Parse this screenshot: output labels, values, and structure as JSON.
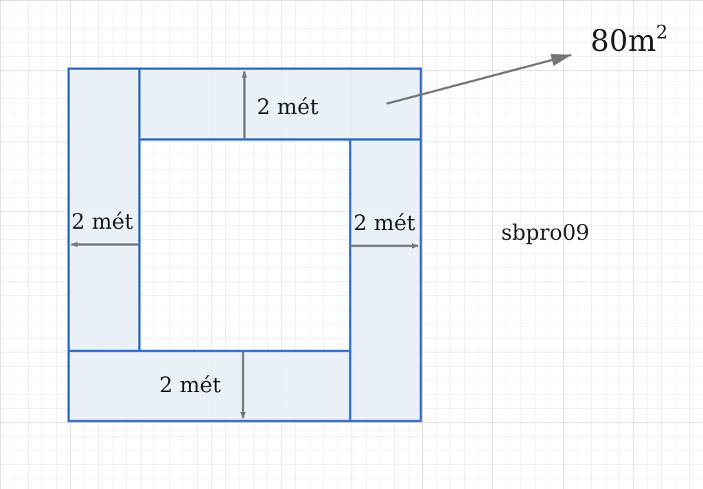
{
  "labels": {
    "top_width": "2 mét",
    "left_width": "2 mét",
    "right_width": "2 mét",
    "bottom_width": "2 mét",
    "area_value": "80m",
    "area_exponent": "2",
    "watermark": "sbpro09"
  },
  "colors": {
    "border": "#2e6bbf",
    "fill": "#e6eef8",
    "arrow": "#777777",
    "grid_major": "#c4c4c4",
    "grid_minor": "#e2e2e2"
  }
}
